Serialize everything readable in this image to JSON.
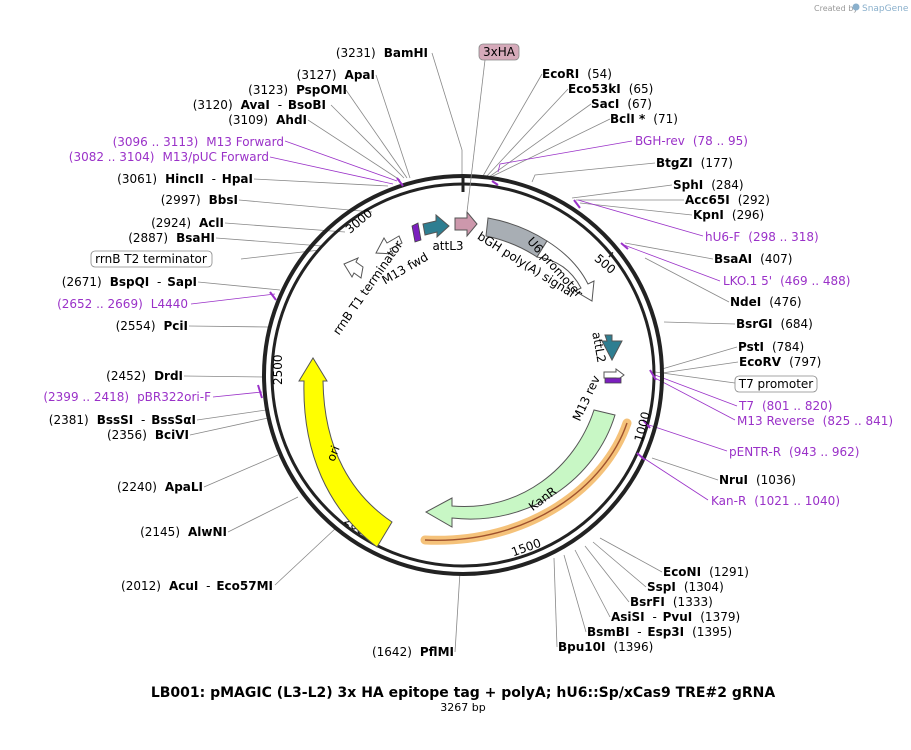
{
  "credit": {
    "prefix": "Created by",
    "brand": "SnapGene"
  },
  "title": "LB001: pMAGIC (L3-L2) 3x HA epitope tag + polyA; hU6::Sp/xCas9 TRE#2 gRNA",
  "length_label": "3267 bp",
  "scale_ticks": [
    "500",
    "1000",
    "1500",
    "2000",
    "2500",
    "3000"
  ],
  "boxed_labels": {
    "three_x_ha": "3xHA",
    "t7_promoter": "T7 promoter",
    "rrnb_t2": "rrnB T2 terminator"
  },
  "features": {
    "bgh": "bGH poly(A) signal",
    "u6": "U6 promoter",
    "attl3": "attL3",
    "attl2": "attL2",
    "m13fwd": "M13 fwd",
    "m13rev": "M13 rev",
    "rrnb_t1": "rrnB T1 terminator",
    "ori": "ori",
    "kanr": "KanR"
  },
  "colors": {
    "bgh": "#a8aeb4",
    "u6": "#ffffff",
    "att": "#2e7e91",
    "three_x_ha": "#cd98ac",
    "m13": "#7b1fbe",
    "ori": "#ffff00",
    "kanr": "#c8f7c5",
    "highlight": "#f5c27a",
    "primer": "#9a31c8"
  },
  "sites_left": [
    {
      "pos": "(3231)",
      "name": "BamHI"
    },
    {
      "pos": "(3127)",
      "name": "ApaI"
    },
    {
      "pos": "(3123)",
      "name": "PspOMI"
    },
    {
      "pos": "(3120)",
      "name": "AvaI",
      "name2": "BsoBI"
    },
    {
      "pos": "(3109)",
      "name": "AhdI"
    },
    {
      "pos": "(3061)",
      "name": "HincII",
      "name2": "HpaI"
    },
    {
      "pos": "(2997)",
      "name": "BbsI"
    },
    {
      "pos": "(2924)",
      "name": "AclI"
    },
    {
      "pos": "(2887)",
      "name": "BsaHI"
    },
    {
      "pos": "(2671)",
      "name": "BspQI",
      "name2": "SapI"
    },
    {
      "pos": "(2554)",
      "name": "PciI"
    },
    {
      "pos": "(2452)",
      "name": "DrdI"
    },
    {
      "pos": "(2381)",
      "name": "BssSI",
      "name2": "BssSαI"
    },
    {
      "pos": "(2356)",
      "name": "BciVI"
    },
    {
      "pos": "(2240)",
      "name": "ApaLI"
    },
    {
      "pos": "(2145)",
      "name": "AlwNI"
    },
    {
      "pos": "(2012)",
      "name": "AcuI",
      "name2": "Eco57MI"
    },
    {
      "pos": "(1642)",
      "name": "PflMI"
    }
  ],
  "sites_right": [
    {
      "name": "EcoRI",
      "pos": "(54)"
    },
    {
      "name": "Eco53kI",
      "pos": "(65)"
    },
    {
      "name": "SacI",
      "pos": "(67)"
    },
    {
      "name": "BclI *",
      "pos": "(71)"
    },
    {
      "name": "BtgZI",
      "pos": "(177)"
    },
    {
      "name": "SphI",
      "pos": "(284)"
    },
    {
      "name": "Acc65I",
      "pos": "(292)"
    },
    {
      "name": "KpnI",
      "pos": "(296)"
    },
    {
      "name": "BsaAI",
      "pos": "(407)"
    },
    {
      "name": "NdeI",
      "pos": "(476)"
    },
    {
      "name": "BsrGI",
      "pos": "(684)"
    },
    {
      "name": "PstI",
      "pos": "(784)"
    },
    {
      "name": "EcoRV",
      "pos": "(797)"
    },
    {
      "name": "NruI",
      "pos": "(1036)"
    },
    {
      "name": "EcoNI",
      "pos": "(1291)"
    },
    {
      "name": "SspI",
      "pos": "(1304)"
    },
    {
      "name": "BsrFI",
      "pos": "(1333)"
    },
    {
      "name": "AsiSI",
      "name2": "PvuI",
      "pos": "(1379)"
    },
    {
      "name": "BsmBI",
      "name2": "Esp3I",
      "pos": "(1395)"
    },
    {
      "name": "Bpu10I",
      "pos": "(1396)"
    }
  ],
  "primers_left": [
    {
      "range": "(3096 .. 3113)",
      "name": "M13 Forward"
    },
    {
      "range": "(3082 .. 3104)",
      "name": "M13/pUC Forward"
    },
    {
      "range": "(2652 .. 2669)",
      "name": "L4440"
    },
    {
      "range": "(2399 .. 2418)",
      "name": "pBR322ori-F"
    }
  ],
  "primers_right": [
    {
      "name": "BGH-rev",
      "range": "(78 .. 95)"
    },
    {
      "name": "hU6-F",
      "range": "(298 .. 318)"
    },
    {
      "name": "LKO.1 5'",
      "range": "(469 .. 488)"
    },
    {
      "name": "T7",
      "range": "(801 .. 820)"
    },
    {
      "name": "M13 Reverse",
      "range": "(825 .. 841)"
    },
    {
      "name": "pENTR-R",
      "range": "(943 .. 962)"
    },
    {
      "name": "Kan-R",
      "range": "(1021 .. 1040)"
    }
  ]
}
